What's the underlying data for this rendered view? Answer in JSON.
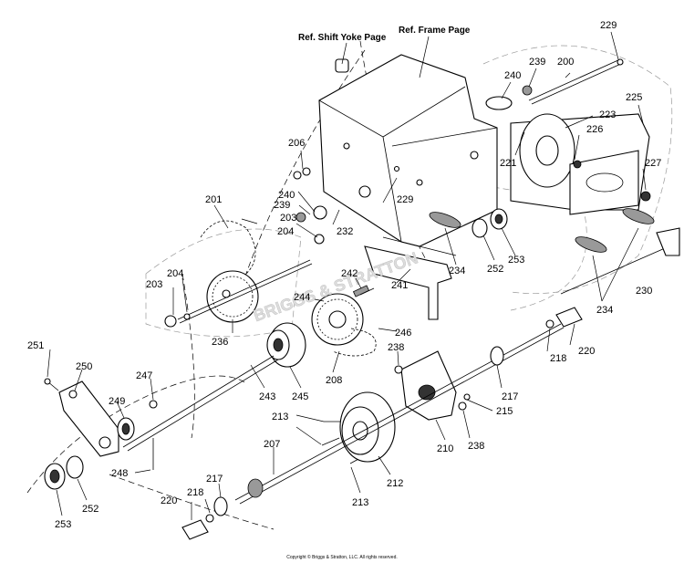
{
  "refs": {
    "shift_yoke": "Ref. Shift Yoke Page",
    "frame": "Ref. Frame Page"
  },
  "watermark": "BRIGGS & STRATTON",
  "copyright": "Copyright © Briggs & Stratton, LLC. All rights reserved.",
  "callouts": [
    {
      "id": "p229a",
      "text": "229"
    },
    {
      "id": "p239a",
      "text": "239"
    },
    {
      "id": "p240a",
      "text": "240"
    },
    {
      "id": "p200",
      "text": "200"
    },
    {
      "id": "p225",
      "text": "225"
    },
    {
      "id": "p223",
      "text": "223"
    },
    {
      "id": "p226",
      "text": "226"
    },
    {
      "id": "p221",
      "text": "221"
    },
    {
      "id": "p227",
      "text": "227"
    },
    {
      "id": "p206",
      "text": "206"
    },
    {
      "id": "p240b",
      "text": "240"
    },
    {
      "id": "p239b",
      "text": "239"
    },
    {
      "id": "p229b",
      "text": "229"
    },
    {
      "id": "p232",
      "text": "232"
    },
    {
      "id": "p203a",
      "text": "203"
    },
    {
      "id": "p204a",
      "text": "204"
    },
    {
      "id": "p201",
      "text": "201"
    },
    {
      "id": "p234a",
      "text": "234"
    },
    {
      "id": "p252a",
      "text": "252"
    },
    {
      "id": "p253a",
      "text": "253"
    },
    {
      "id": "p242",
      "text": "242"
    },
    {
      "id": "p241",
      "text": "241"
    },
    {
      "id": "p230",
      "text": "230"
    },
    {
      "id": "p234b",
      "text": "234"
    },
    {
      "id": "p203b",
      "text": "203"
    },
    {
      "id": "p204b",
      "text": "204"
    },
    {
      "id": "p244",
      "text": "244"
    },
    {
      "id": "p246",
      "text": "246"
    },
    {
      "id": "p236",
      "text": "236"
    },
    {
      "id": "p220a",
      "text": "220"
    },
    {
      "id": "p218a",
      "text": "218"
    },
    {
      "id": "p251",
      "text": "251"
    },
    {
      "id": "p238a",
      "text": "238"
    },
    {
      "id": "p208",
      "text": "208"
    },
    {
      "id": "p250",
      "text": "250"
    },
    {
      "id": "p247",
      "text": "247"
    },
    {
      "id": "p243",
      "text": "243"
    },
    {
      "id": "p245",
      "text": "245"
    },
    {
      "id": "p217a",
      "text": "217"
    },
    {
      "id": "p215",
      "text": "215"
    },
    {
      "id": "p249",
      "text": "249"
    },
    {
      "id": "p213a",
      "text": "213"
    },
    {
      "id": "p210",
      "text": "210"
    },
    {
      "id": "p238b",
      "text": "238"
    },
    {
      "id": "p207",
      "text": "207"
    },
    {
      "id": "p248",
      "text": "248"
    },
    {
      "id": "p212",
      "text": "212"
    },
    {
      "id": "p217b",
      "text": "217"
    },
    {
      "id": "p220b",
      "text": "220"
    },
    {
      "id": "p218b",
      "text": "218"
    },
    {
      "id": "p252b",
      "text": "252"
    },
    {
      "id": "p253b",
      "text": "253"
    },
    {
      "id": "p213b",
      "text": "213"
    }
  ]
}
